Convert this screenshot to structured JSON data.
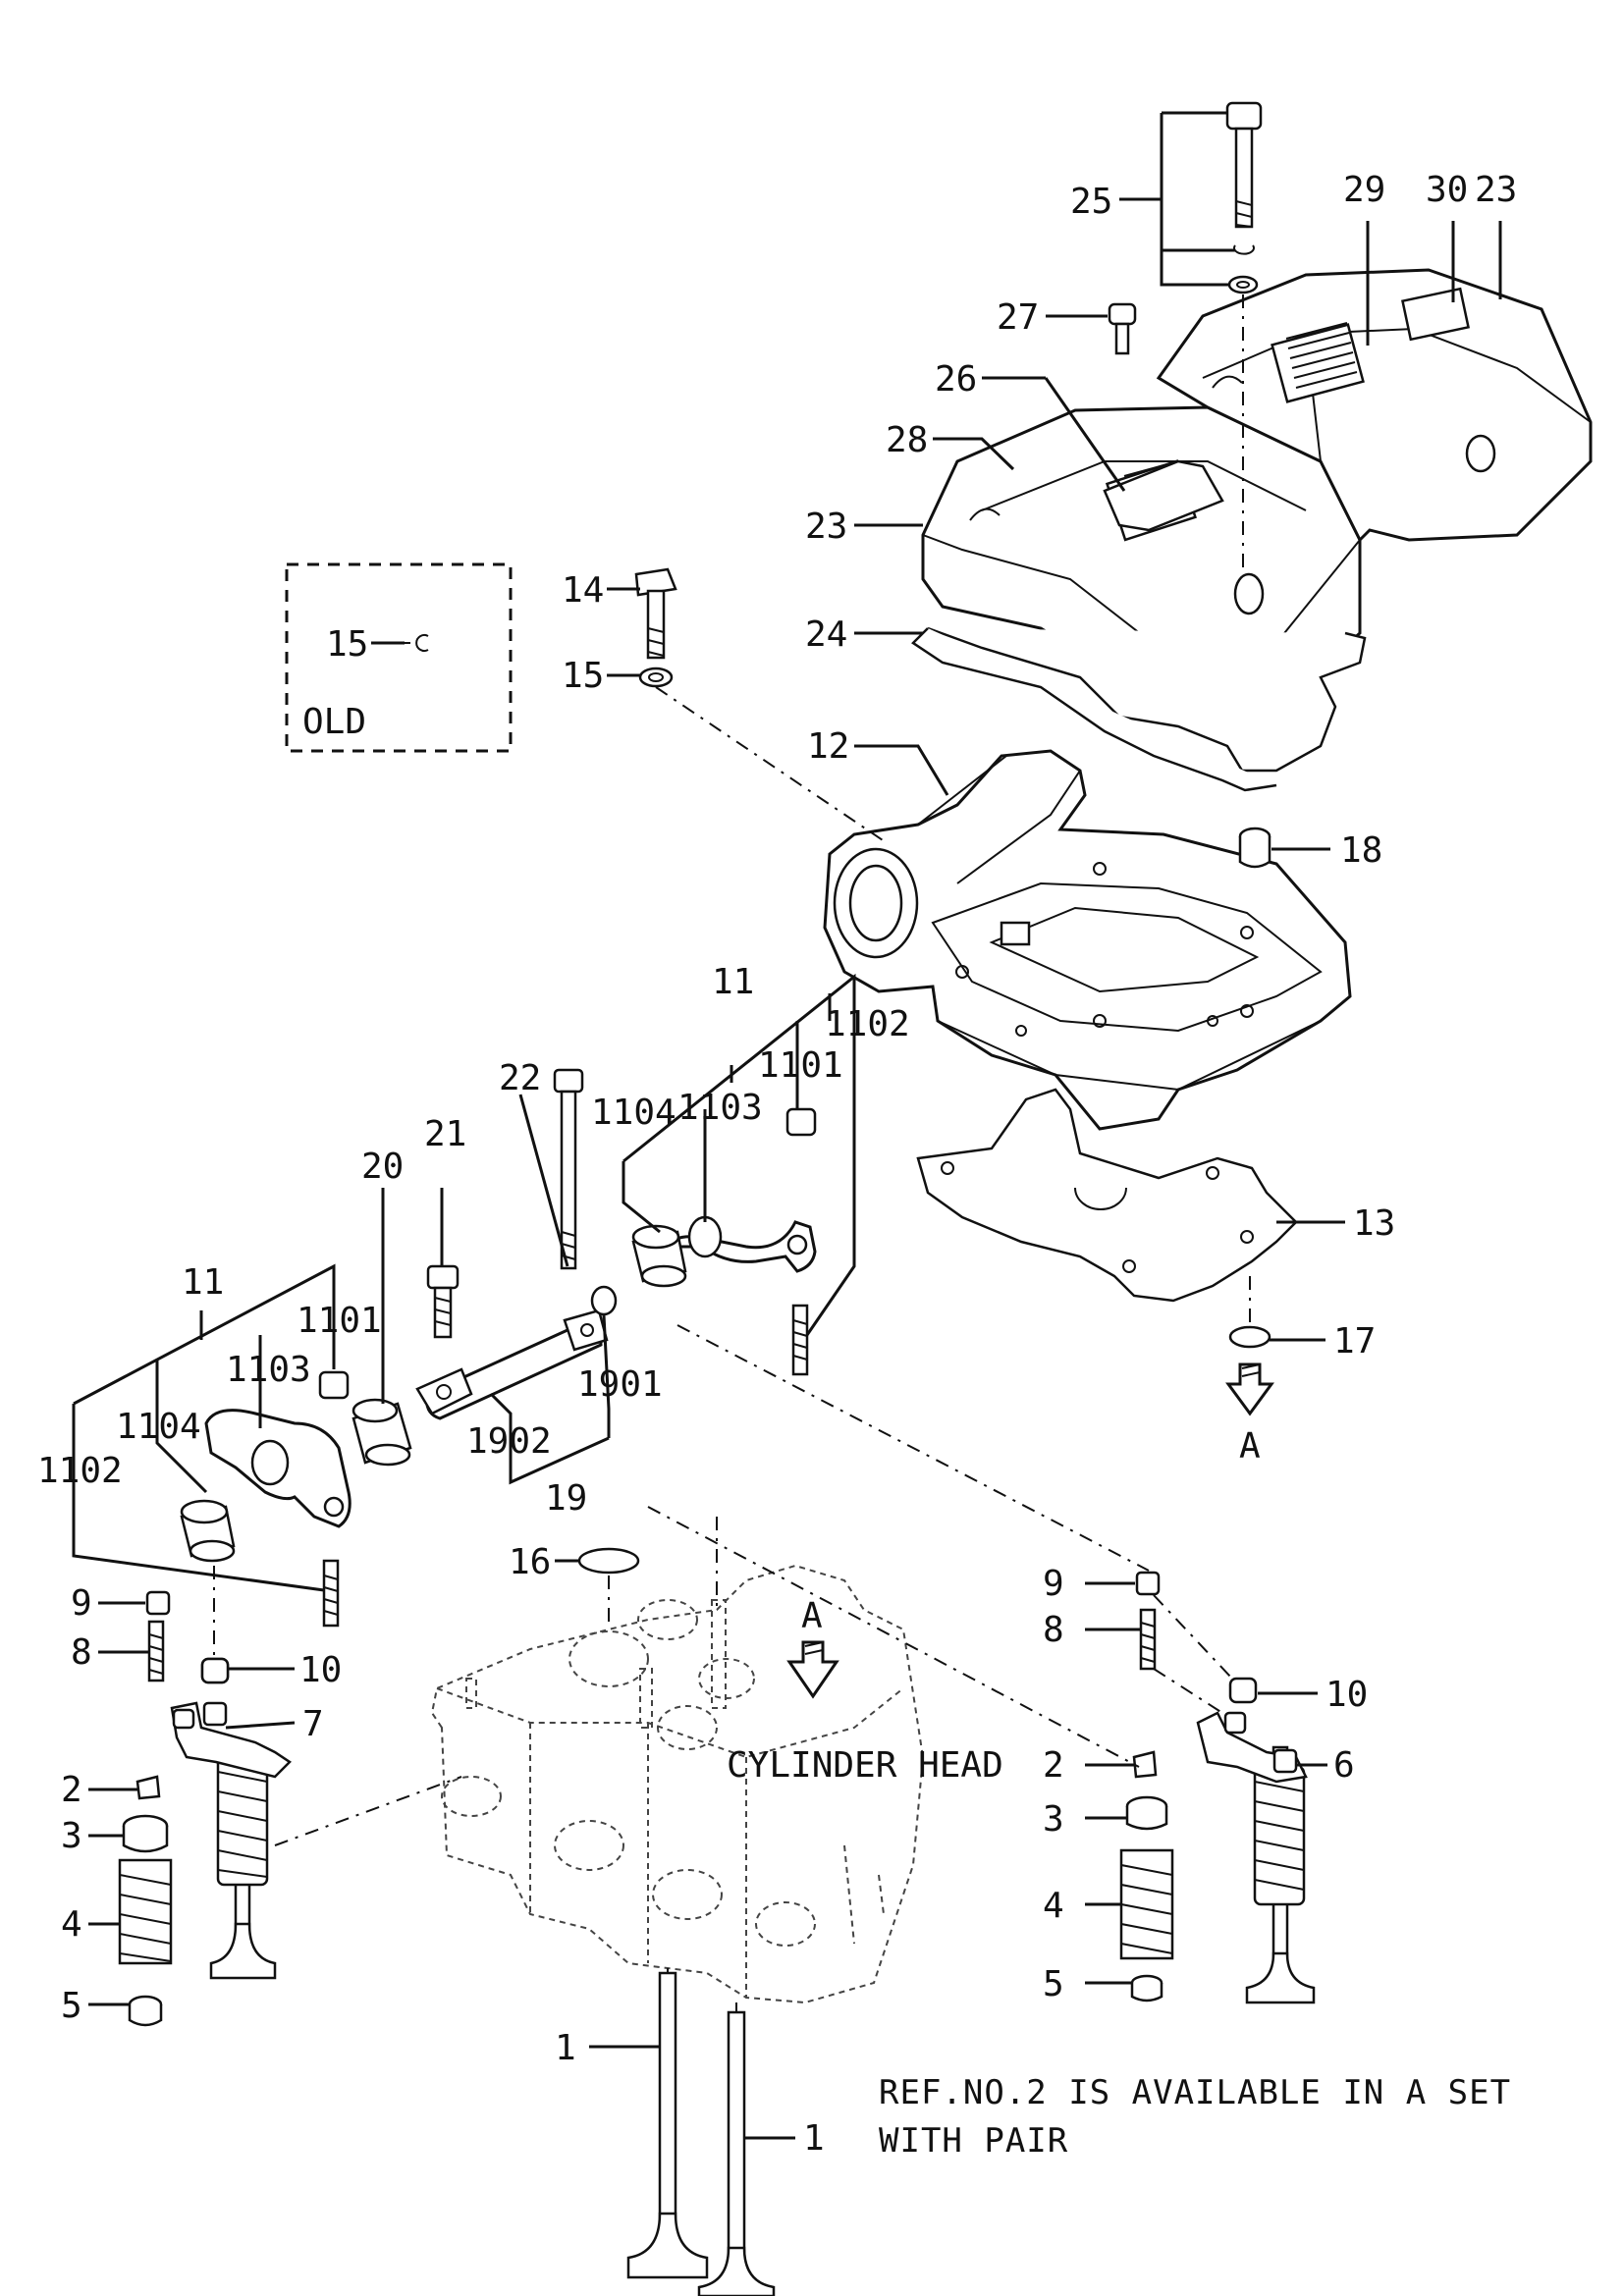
{
  "labels": {
    "p1a": "1",
    "p1b": "1",
    "p2a": "2",
    "p2b": "2",
    "p3a": "3",
    "p3b": "3",
    "p4a": "4",
    "p4b": "4",
    "p5a": "5",
    "p5b": "5",
    "p6": "6",
    "p7": "7",
    "p8a": "8",
    "p8b": "8",
    "p9a": "9",
    "p9b": "9",
    "p10a": "10",
    "p10b": "10",
    "p11a": "11",
    "p11b": "11",
    "p12": "12",
    "p13": "13",
    "p14": "14",
    "p15a": "15",
    "p15b": "15",
    "p16": "16",
    "p17": "17",
    "p18": "18",
    "p19": "19",
    "p20": "20",
    "p21": "21",
    "p22": "22",
    "p23a": "23",
    "p23b": "23",
    "p24": "24",
    "p25": "25",
    "p26": "26",
    "p27": "27",
    "p28": "28",
    "p29": "29",
    "p30": "30",
    "p1101a": "1101",
    "p1101b": "1101",
    "p1102a": "1102",
    "p1102b": "1102",
    "p1103a": "1103",
    "p1103b": "1103",
    "p1104a": "1104",
    "p1104b": "1104",
    "p1901": "1901",
    "p1902": "1902",
    "viewA_top": "A",
    "viewA_bottom": "A",
    "old": "OLD",
    "cylinder_head": "CYLINDER HEAD"
  },
  "note": {
    "line1": "REF.NO.2 IS AVAILABLE IN A SET",
    "line2": "WITH PAIR"
  }
}
